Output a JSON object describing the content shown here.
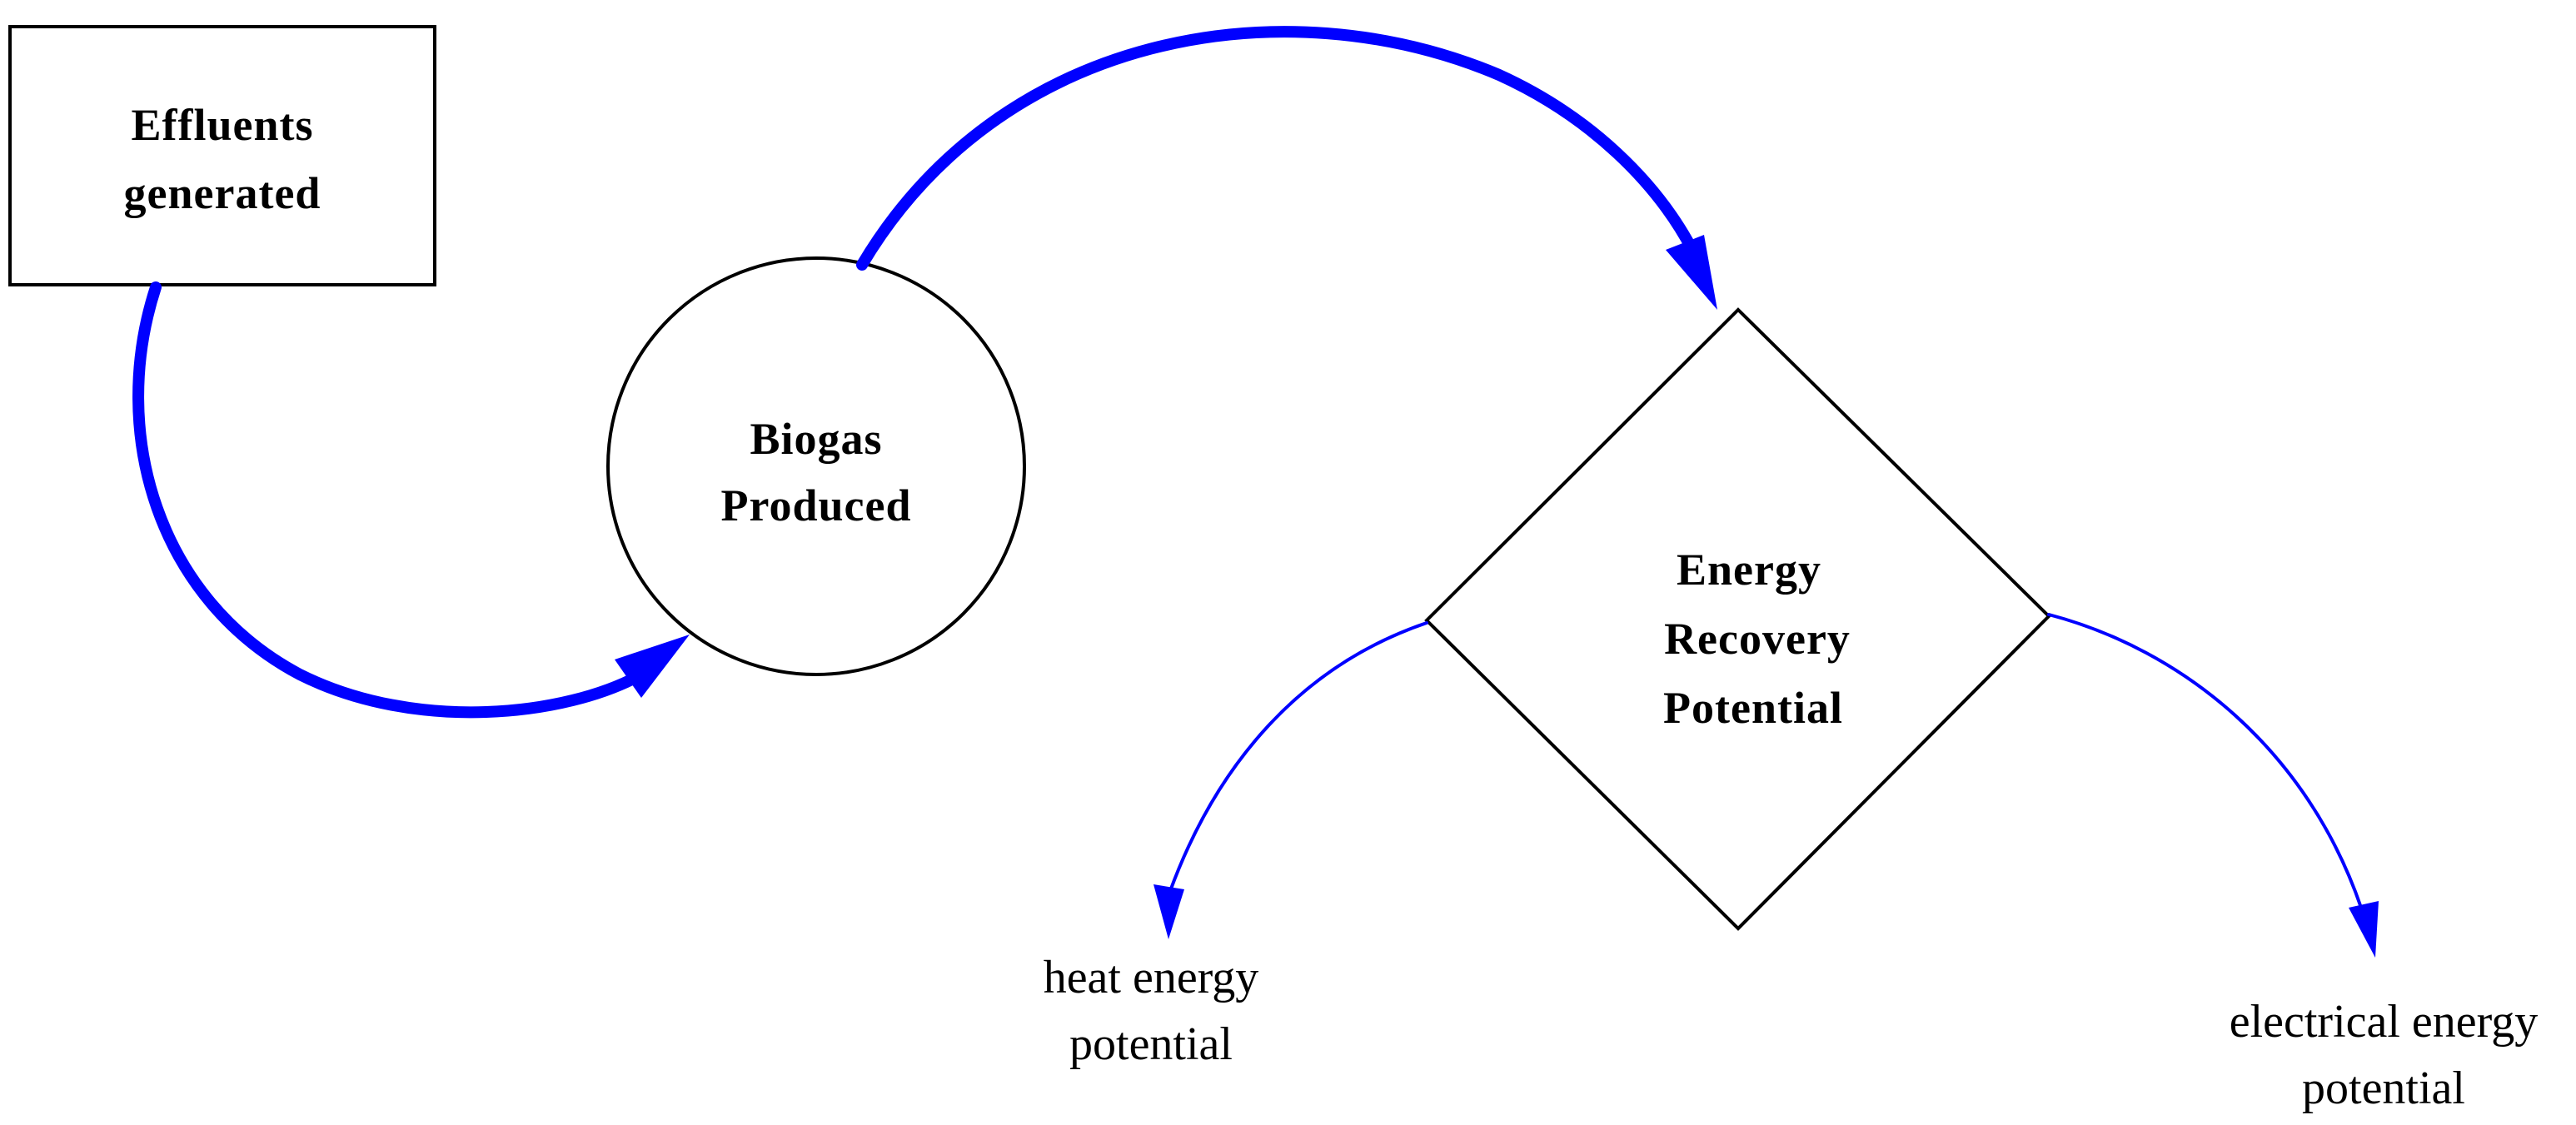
{
  "colors": {
    "arrow": "#0000ff",
    "outline": "#000000",
    "background": "#ffffff"
  },
  "nodes": {
    "effluents": {
      "line1": "Effluents",
      "line2": "generated"
    },
    "biogas": {
      "line1": "Biogas",
      "line2": "Produced"
    },
    "energy": {
      "line1": "Energy",
      "line2": "Recovery",
      "line3": "Potential"
    },
    "heat": {
      "line1": "heat energy",
      "line2": "potential"
    },
    "electrical": {
      "line1": "electrical energy",
      "line2": "potential"
    }
  }
}
